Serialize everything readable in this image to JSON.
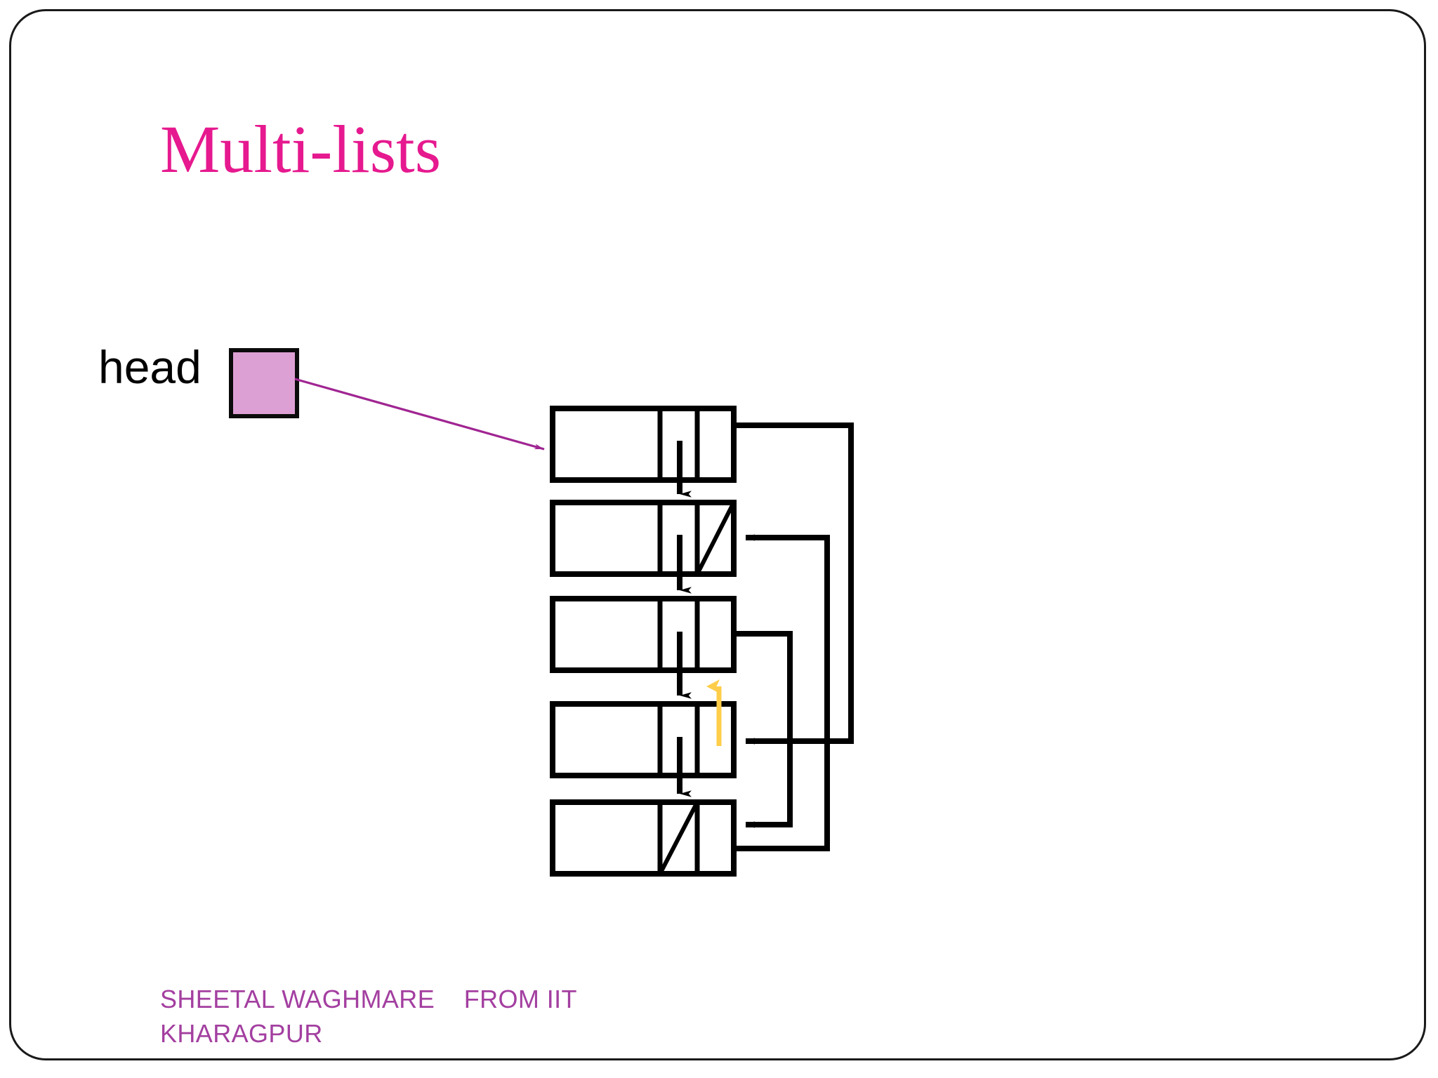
{
  "slide": {
    "title": "Multi-lists",
    "title_color": "#E6198F",
    "background": "#ffffff",
    "border_color": "#1a1a1a"
  },
  "head_pointer": {
    "label": "head",
    "box_fill": "#DDA0D4",
    "box_border": "#0b0b0b",
    "arrow_color": "#A02592",
    "arrow_name": "head-to-node1-arrow"
  },
  "diagram": {
    "type": "multi-list-linked-structure",
    "node_count": 5,
    "node_fill": "#ffffff",
    "node_stroke": "#000000",
    "link_color": "#000000",
    "highlight_arrow_color": "#FFCD49",
    "nodes": [
      {
        "id": "node-1",
        "cells": [
          "data",
          "next-ptr",
          "link-ptr"
        ],
        "null_cell": null
      },
      {
        "id": "node-2",
        "cells": [
          "data",
          "next-ptr",
          "link-ptr"
        ],
        "null_cell": 3
      },
      {
        "id": "node-3",
        "cells": [
          "data",
          "next-ptr",
          "link-ptr"
        ],
        "null_cell": null
      },
      {
        "id": "node-4",
        "cells": [
          "data",
          "next-ptr",
          "link-ptr"
        ],
        "null_cell": null
      },
      {
        "id": "node-5",
        "cells": [
          "data",
          "next-ptr",
          "link-ptr"
        ],
        "null_cell": 2
      }
    ]
  },
  "footer": {
    "line1": "SHEETAL WAGHMARE    FROM IIT",
    "line2": "KHARAGPUR",
    "color": "#A33FA0"
  }
}
